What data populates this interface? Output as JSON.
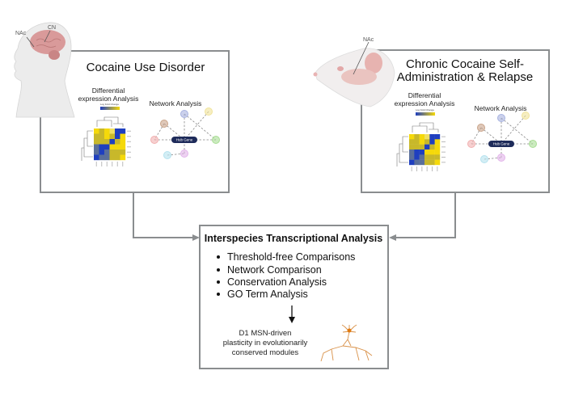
{
  "human_panel": {
    "labels": {
      "nac": "NAc",
      "cn": "CN"
    },
    "title": "Cocaine Use Disorder",
    "de_title_1": "Differential",
    "de_title_2": "expression Analysis",
    "legend_label": "Log Fold Change",
    "network_title": "Network Analysis",
    "hub_label": "Hub Gene"
  },
  "rat_panel": {
    "labels": {
      "nac": "NAc"
    },
    "title_1": "Chronic Cocaine Self-",
    "title_2": "Administration & Relapse",
    "de_title_1": "Differential",
    "de_title_2": "expression Analysis",
    "legend_label": "Log Fold Change",
    "network_title": "Network Analysis",
    "hub_label": "Hub Gene"
  },
  "integration_panel": {
    "title": "Interspecies Transcriptional Analysis",
    "items": [
      "Threshold-free Comparisons",
      "Network Comparison",
      "Conservation Analysis",
      "GO Term Analysis"
    ],
    "conclusion": [
      "D1 MSN-driven",
      "plasticity in evolutionarily",
      "conserved modules"
    ]
  },
  "colors": {
    "frame": "#8a8d8f",
    "heatmap_low": "#1f3fbf",
    "heatmap_high": "#f5d90a",
    "hub": "#1e2b5a",
    "neuron": "#d9924a",
    "brain": "#d99a9a"
  }
}
